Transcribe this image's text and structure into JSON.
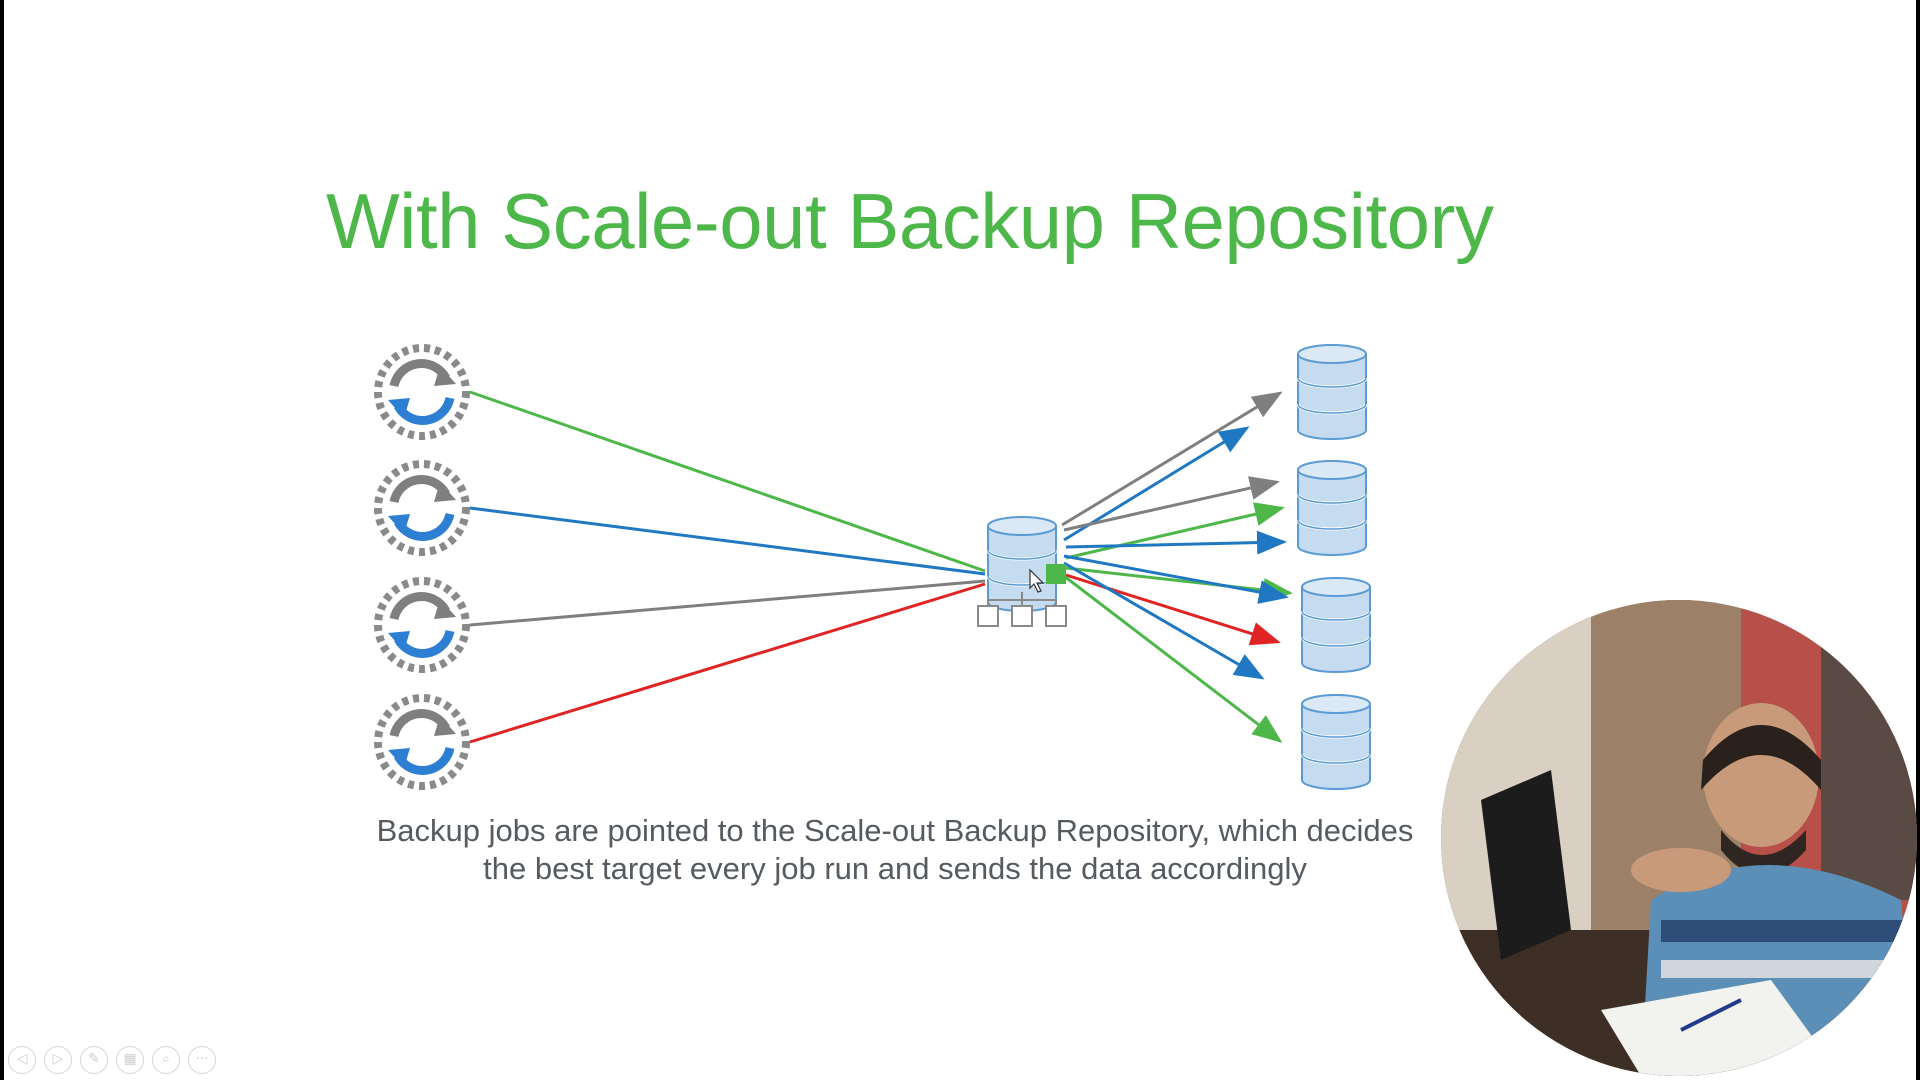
{
  "slide": {
    "title": "With Scale-out Backup Repository",
    "caption_line1": "Backup jobs are pointed to the Scale-out Backup Repository, which decides",
    "caption_line2": "the best target every job run and sends the data accordingly"
  },
  "colors": {
    "title": "#4db849",
    "green": "#4db849",
    "blue": "#1f78c1",
    "gray": "#7f7f7f",
    "red": "#e02424",
    "db_fill": "#c5dbf0",
    "db_stroke": "#5b9bd5"
  },
  "diagram": {
    "jobs": [
      {
        "name": "backup-job-1",
        "color": "green",
        "icon": "refresh-cycle-icon"
      },
      {
        "name": "backup-job-2",
        "color": "blue",
        "icon": "refresh-cycle-icon"
      },
      {
        "name": "backup-job-3",
        "color": "gray",
        "icon": "refresh-cycle-icon"
      },
      {
        "name": "backup-job-4",
        "color": "red",
        "icon": "refresh-cycle-icon"
      }
    ],
    "hub_icon": "scale-out-repository-database-icon",
    "extents": [
      {
        "name": "extent-1",
        "icon": "database-icon"
      },
      {
        "name": "extent-2",
        "icon": "database-icon"
      },
      {
        "name": "extent-3",
        "icon": "database-icon"
      },
      {
        "name": "extent-4",
        "icon": "database-icon"
      }
    ]
  },
  "toolbar": {
    "buttons": [
      {
        "name": "previous-slide-button",
        "icon": "arrow-left-icon",
        "glyph": "◁"
      },
      {
        "name": "next-slide-button",
        "icon": "arrow-right-icon",
        "glyph": "▷"
      },
      {
        "name": "pen-tool-button",
        "icon": "pen-icon",
        "glyph": "✎"
      },
      {
        "name": "see-all-slides-button",
        "icon": "grid-icon",
        "glyph": "▦"
      },
      {
        "name": "zoom-button",
        "icon": "magnifier-icon",
        "glyph": "⌕"
      },
      {
        "name": "more-options-button",
        "icon": "ellipsis-icon",
        "glyph": "···"
      }
    ]
  },
  "webcam": {
    "icon": "presenter-video-icon"
  }
}
